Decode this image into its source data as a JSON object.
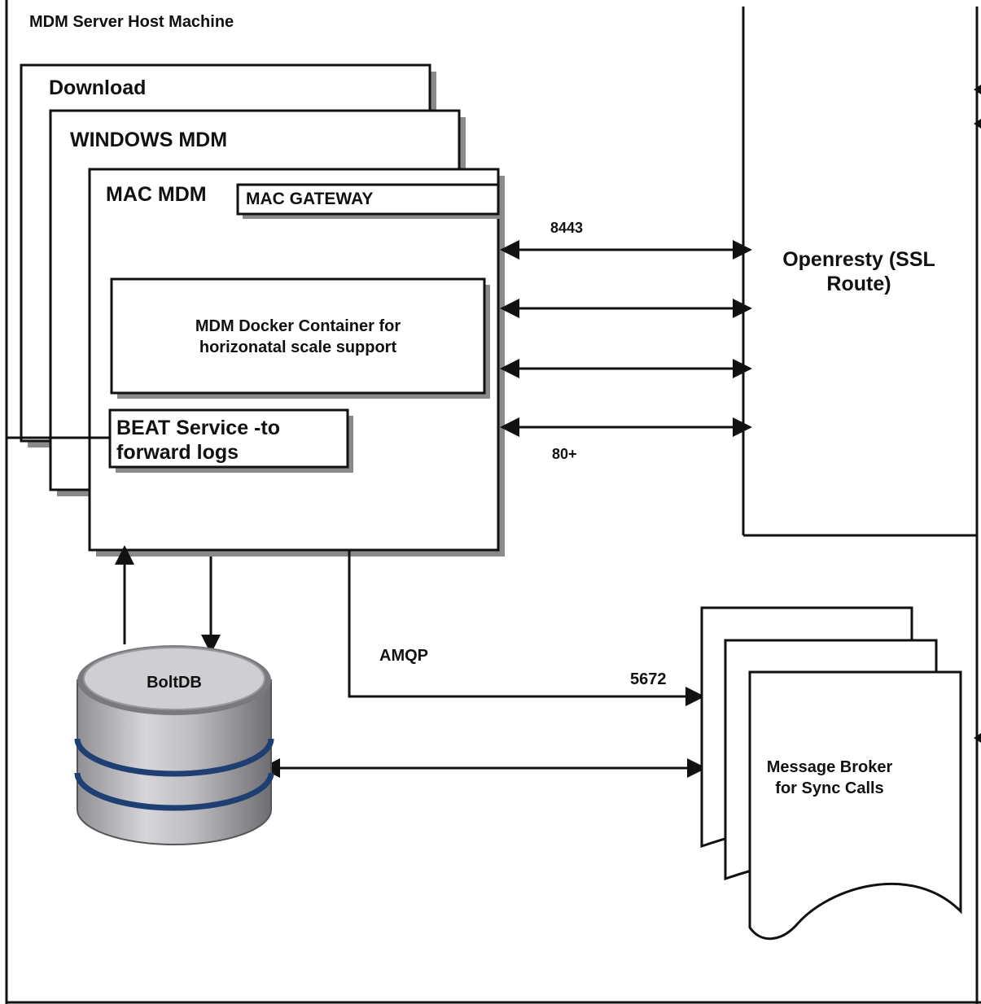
{
  "host": {
    "title": "MDM Server Host Machine"
  },
  "stack": {
    "download_title": "Download",
    "windows_title": "WINDOWS MDM",
    "mac_title": "MAC MDM",
    "mac_gateway": "MAC GATEWAY",
    "docker_line1": "MDM Docker Container for",
    "docker_line2": "horizonatal scale support",
    "beat_line1": "BEAT Service -to",
    "beat_line2": "forward logs"
  },
  "openresty": {
    "line1": "Openresty (SSL",
    "line2": "Route)"
  },
  "ports": {
    "top": "8443",
    "bottom": "80+",
    "amqp": "AMQP",
    "amqp_port": "5672"
  },
  "database": {
    "label": "BoltDB",
    "band_color": "#1f3f73",
    "top_color": "#cfcfd3"
  },
  "broker": {
    "line1": "Message Broker",
    "line2": "for Sync Calls"
  },
  "colors": {
    "line": "#111111",
    "shadow": "#8a8a8a"
  }
}
